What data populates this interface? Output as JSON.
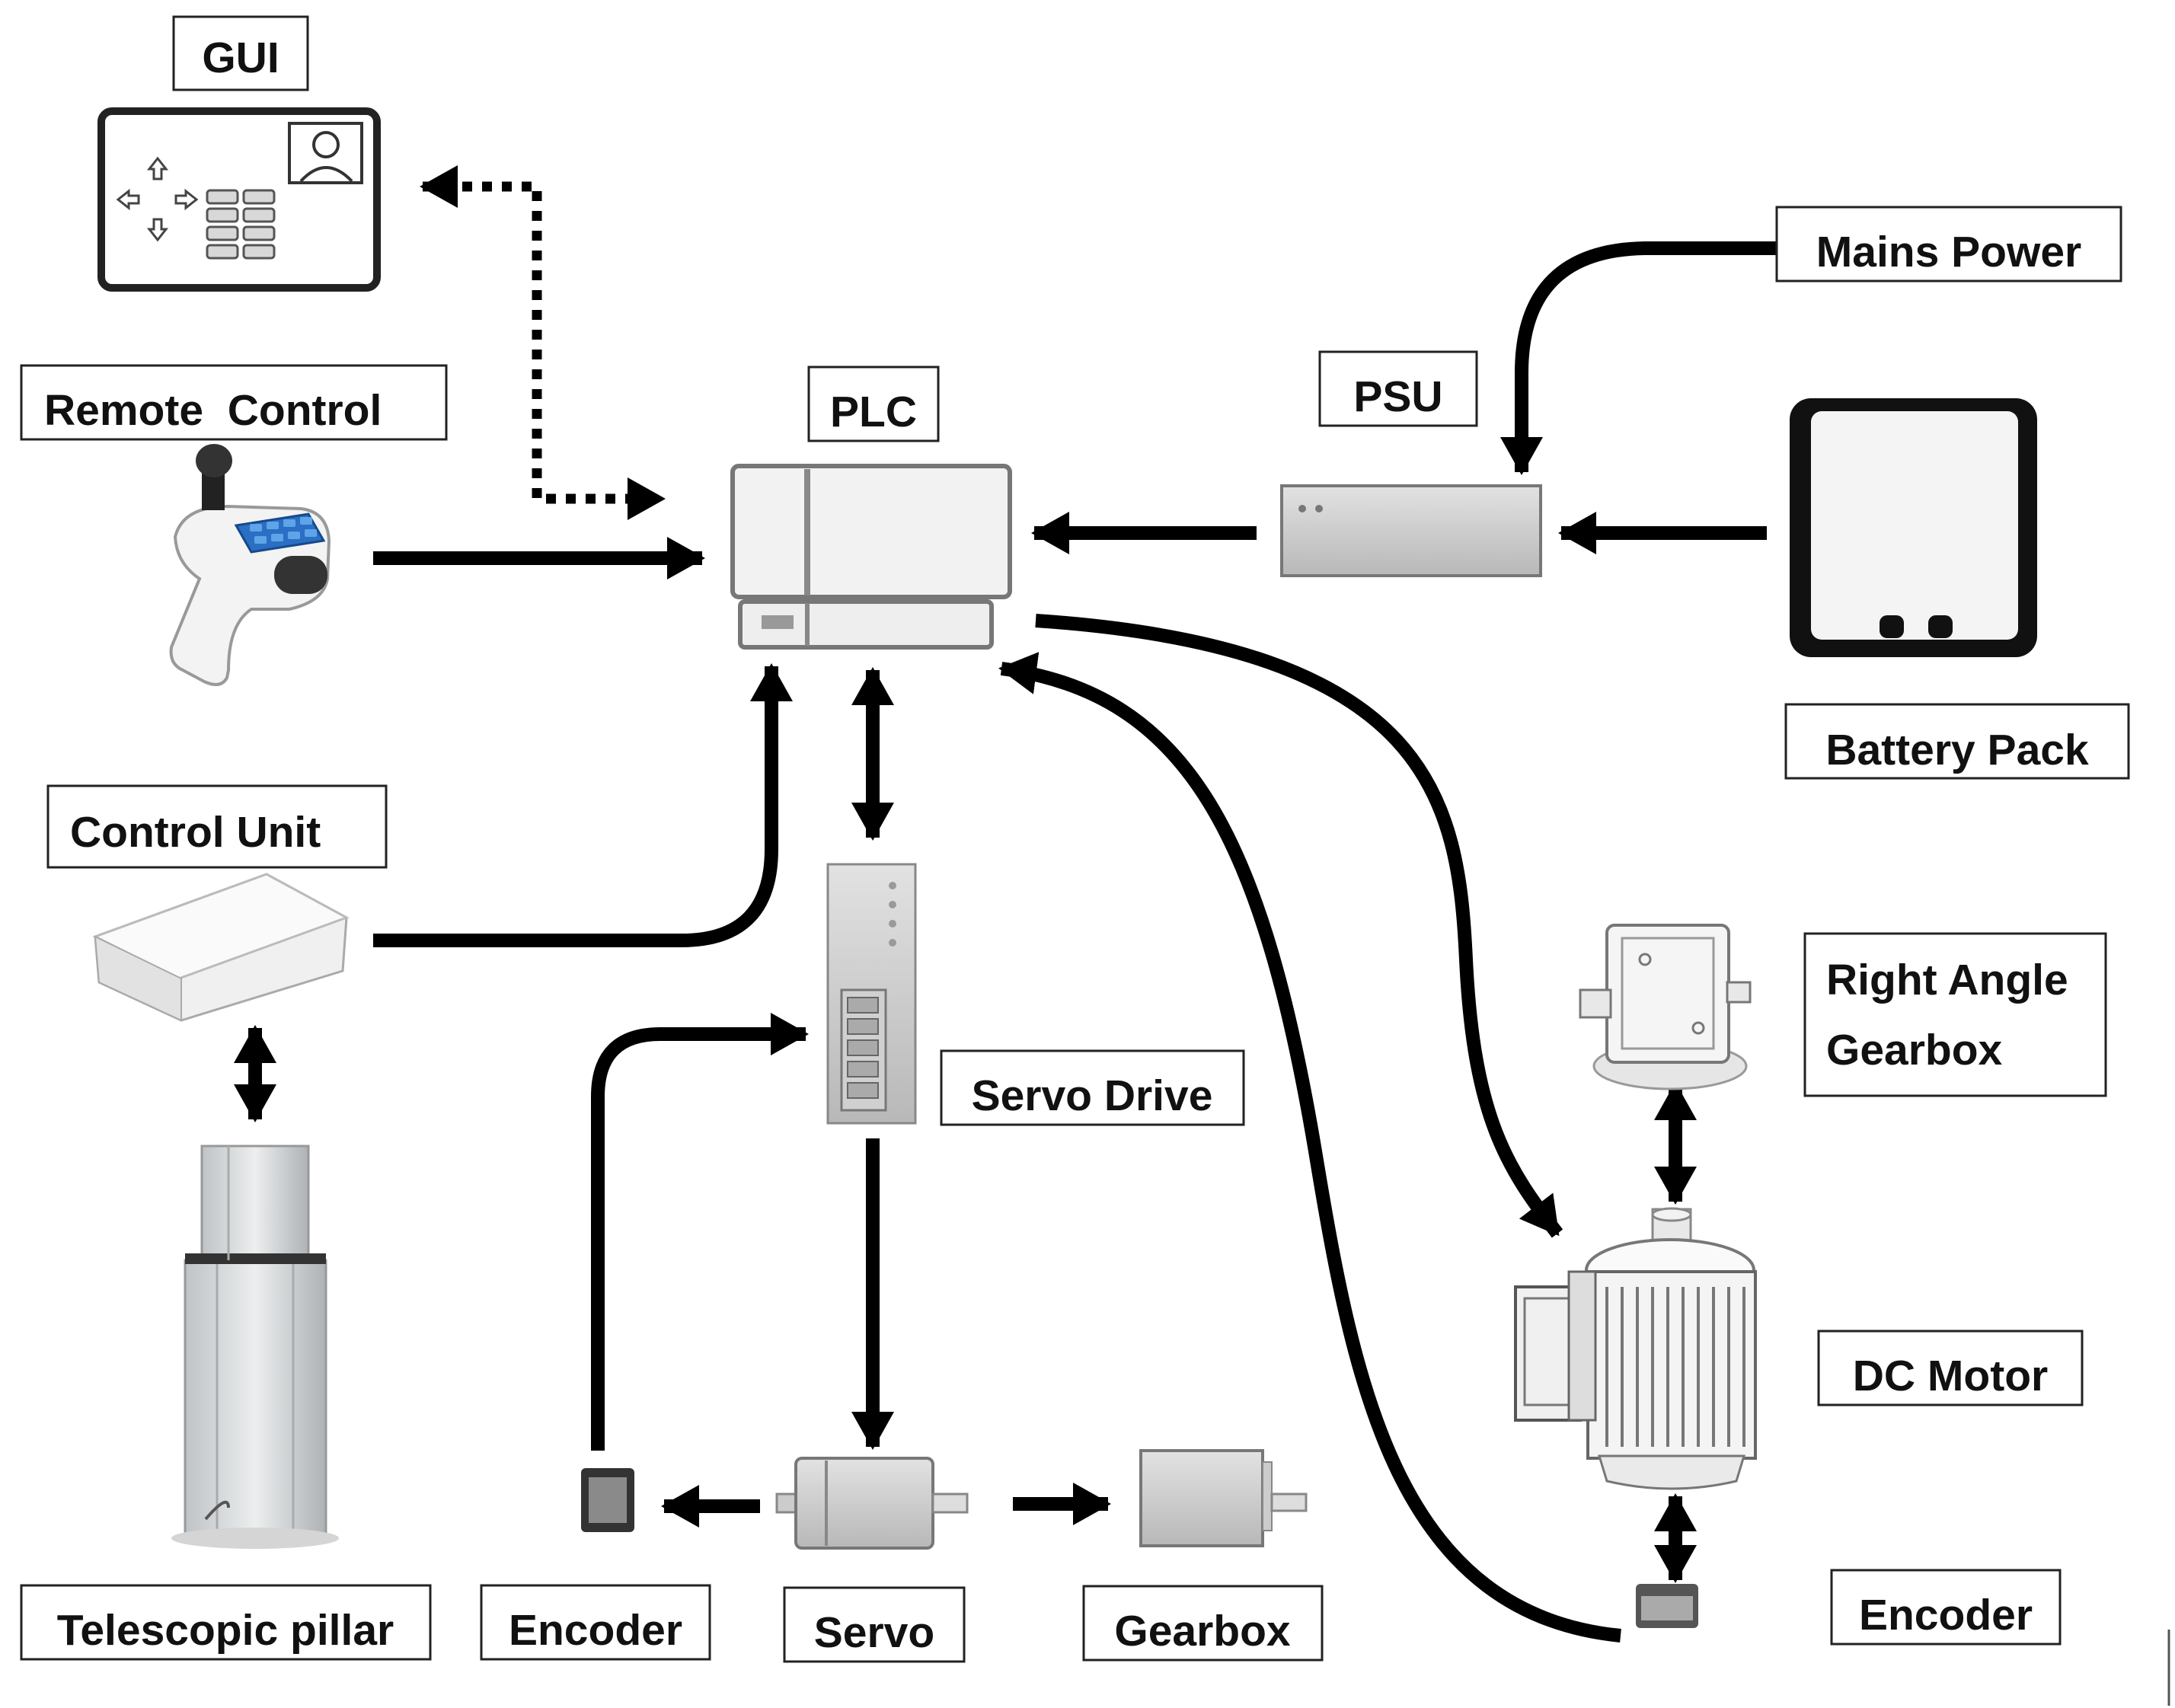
{
  "labels": {
    "gui": "GUI",
    "remote_control": "Remote  Control",
    "plc": "PLC",
    "psu": "PSU",
    "mains_power": "Mains Power",
    "battery_pack": "Battery Pack",
    "control_unit": "Control Unit",
    "servo_drive": "Servo Drive",
    "right_angle_gearbox_line1": "Right Angle",
    "right_angle_gearbox_line2": "Gearbox",
    "dc_motor": "DC Motor",
    "telescopic_pillar": "Telescopic pillar",
    "encoder_left": "Encoder",
    "servo": "Servo",
    "gearbox": "Gearbox",
    "encoder_right": "Encoder"
  },
  "icons": {
    "gui": "tablet-icon",
    "remote_control": "joystick-remote-icon",
    "plc": "plc-icon",
    "psu": "power-supply-icon",
    "battery_pack": "battery-icon",
    "control_unit": "control-box-icon",
    "servo_drive": "servo-drive-icon",
    "right_angle_gearbox": "right-angle-gearbox-icon",
    "dc_motor": "dc-motor-icon",
    "telescopic_pillar": "telescopic-pillar-icon",
    "encoder": "encoder-icon",
    "servo": "servo-motor-icon",
    "gearbox": "gearbox-icon"
  }
}
